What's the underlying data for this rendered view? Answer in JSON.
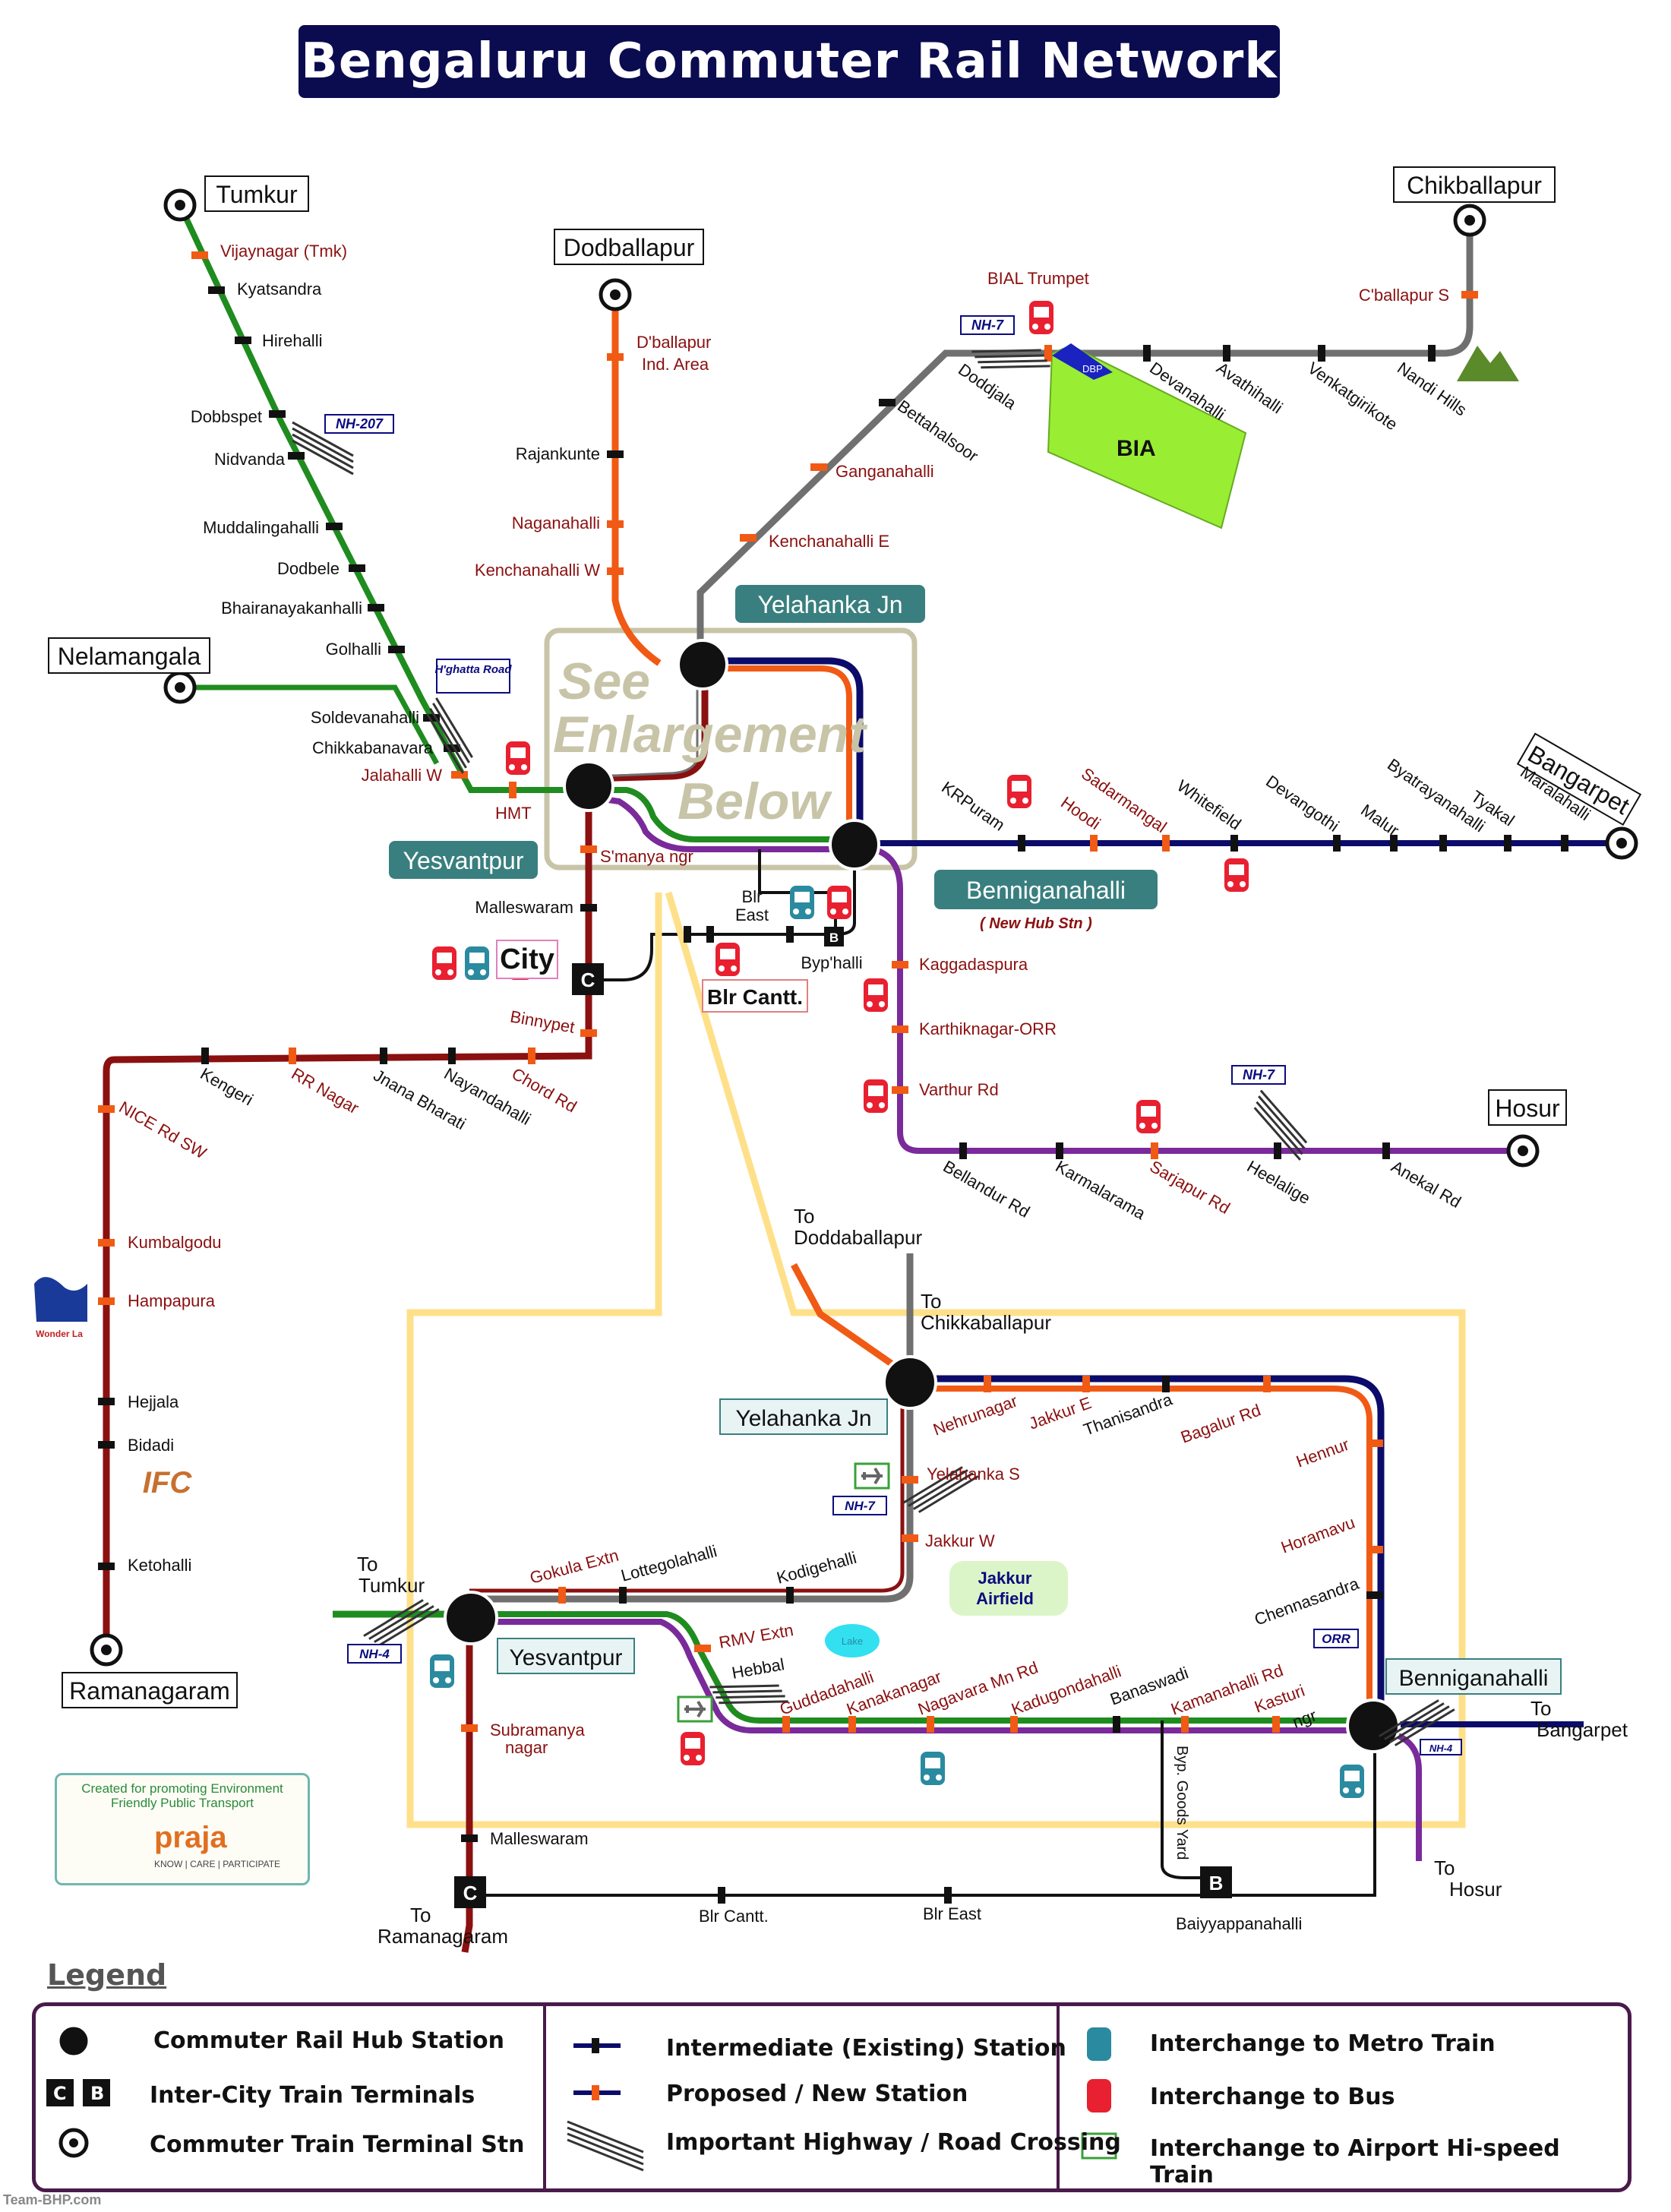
{
  "title": "Bengaluru Commuter Rail Network",
  "colors": {
    "green": "#1f8c1f",
    "orange": "#f05a14",
    "grey": "#707070",
    "navy": "#0b0b6b",
    "purple": "#7a2a9a",
    "maroon": "#8b1010",
    "yellow": "#ffe08a",
    "lime": "#99ee33",
    "bus": "#e82030",
    "metro": "#2a8aa0",
    "teal_badge": "#3a7f7f",
    "highway": "#0b0b80",
    "enlarge_box": "#c8c4a8",
    "station_text_new": "#8b1010"
  },
  "terminals": {
    "tumkur": "Tumkur",
    "dodballapur": "Dodballapur",
    "chikballapur": "Chikballapur",
    "nelamangala": "Nelamangala",
    "bangarpet": "Bangarpet",
    "hosur": "Hosur",
    "ramanagaram": "Ramanagaram"
  },
  "hubs": {
    "yelahanka": "Yelahanka Jn",
    "yesvantpur": "Yesvantpur",
    "benniganahalli": "Benniganahalli",
    "new_hub": "( New Hub Stn )",
    "city": "City",
    "cantt": "Blr Cantt."
  },
  "enlarge_note": [
    "See",
    "Enlargement",
    "Below"
  ],
  "highways": {
    "nh207": "NH-207",
    "hghatta": "H'ghatta Road",
    "nh7a": "NH-7",
    "nh7b": "NH-7",
    "nh7c": "NH-7",
    "nh4a": "NH-4",
    "nh4b": "NH-4",
    "orr": "ORR"
  },
  "bia": {
    "label": "BIA",
    "dbp": "DBP"
  },
  "tumkur_line": [
    "Vijaynagar (Tmk)",
    "Kyatsandra",
    "Hirehalli",
    "Dobbspet",
    "Nidvanda",
    "Muddalingahalli",
    "Dodbele",
    "Bhairanayakanhalli",
    "Golhalli",
    "Soldevanahalli",
    "Chikkabanavara",
    "Jalahalli W",
    "HMT"
  ],
  "dodballapur_line": [
    "D'ballapur",
    "Ind. Area",
    "Rajankunte",
    "Naganahalli",
    "Kenchanahalli W"
  ],
  "chikballapur_line": [
    "C'ballapur S",
    "Nandi Hills",
    "Venkatgirikote",
    "Avathihalli",
    "Devanahalli",
    "BIAL Trumpet",
    "Doddjala",
    "Bettahalsoor",
    "Ganganahalli",
    "Kenchanahalli E"
  ],
  "bangarpet_line": [
    "KRPuram",
    "Hoodi",
    "Sadarmangal",
    "Whitefield",
    "Devangothi",
    "Malur",
    "Byatrayanahalli",
    "Tyakal",
    "Maralahalli"
  ],
  "hosur_line": [
    "Kaggadaspura",
    "Karthiknagar-ORR",
    "Varthur Rd",
    "Bellandur Rd",
    "Karmalarama",
    "Sarjapur Rd",
    "Heelalige",
    "Anekal Rd"
  ],
  "city_area": [
    "S'manya ngr",
    "Malleswaram",
    "Binnypet",
    "Blr",
    "East",
    "Byp'halli"
  ],
  "mysore_line": [
    "Chord Rd",
    "Nayandahalli",
    "Jnana Bharati",
    "RR Nagar",
    "Kengeri",
    "NICE Rd SW",
    "Kumbalgodu",
    "Hampapura",
    "Hejjala",
    "Bidadi",
    "Ketohalli"
  ],
  "landmarks": {
    "wonderla": "Wonder La",
    "ifc": "IFC"
  },
  "enlarged": {
    "to_doddaballapur": [
      "To",
      "Doddaballapur"
    ],
    "to_chikkaballapur": [
      "To",
      "Chikkaballapur"
    ],
    "to_tumkur": [
      "To",
      "Tumkur"
    ],
    "to_bangarpet": [
      "To",
      "Bangarpet"
    ],
    "to_hosur": [
      "To",
      "Hosur"
    ],
    "to_ramanagaram": [
      "To",
      "Ramanagaram"
    ],
    "north_arc": [
      "Nehrunagar",
      "Jakkur E",
      "Thanisandra",
      "Bagalur Rd",
      "Hennur",
      "Horamavu",
      "Chennasandra"
    ],
    "yelahanka_south": [
      "Yelahanka S",
      "Jakkur W"
    ],
    "jakkur_airfield": [
      "Jakkur",
      "Airfield"
    ],
    "west_arc": [
      "Gokula Extn",
      "Lottegolahalli",
      "Kodigehalli"
    ],
    "hebbal_arc": [
      "RMV Extn",
      "Hebbal",
      "Guddadahalli",
      "Kanakanagar",
      "Nagavara Mn Rd",
      "Kadugondahalli",
      "Banaswadi",
      "Kamanahalli Rd",
      "Kasturi",
      "ngr"
    ],
    "lake": "Lake",
    "south": [
      "Subramanya",
      "nagar",
      "Malleswaram",
      "Blr Cantt.",
      "Blr East",
      "Baiyyappanahalli",
      "Byp. Goods Yard"
    ]
  },
  "praja": {
    "tagline": [
      "Created for promoting Environment",
      "Friendly Public Transport"
    ],
    "logo": "praja",
    "sub": "KNOW | CARE | PARTICIPATE"
  },
  "legend": {
    "title": "Legend",
    "items": [
      "Commuter Rail Hub Station",
      "Inter-City Train Terminals",
      "Commuter Train Terminal Stn",
      "Intermediate (Existing) Station",
      "Proposed / New Station",
      "Important Highway / Road Crossing",
      "Interchange to Metro Train",
      "Interchange to Bus",
      "Interchange to Airport Hi-speed Train"
    ],
    "c": "C",
    "b": "B"
  },
  "credit": "Team-BHP.com"
}
